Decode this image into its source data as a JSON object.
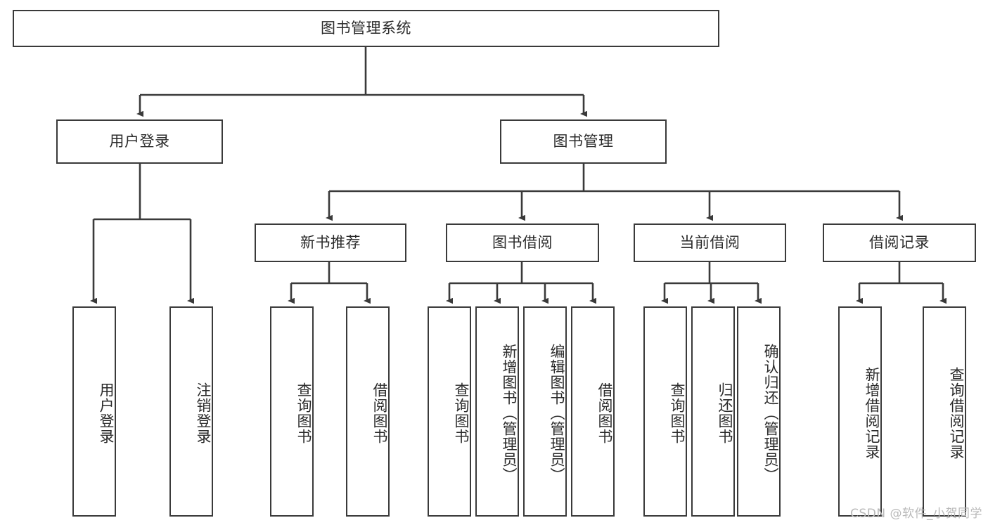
{
  "diagram": {
    "title": "图书管理系统",
    "type": "tree-hierarchy",
    "orientation": "top-down",
    "root": {
      "label": "图书管理系统"
    },
    "level2": [
      {
        "label": "用户登录"
      },
      {
        "label": "图书管理"
      }
    ],
    "level3": [
      {
        "label": "新书推荐"
      },
      {
        "label": "图书借阅"
      },
      {
        "label": "当前借阅"
      },
      {
        "label": "借阅记录"
      }
    ],
    "leaves": {
      "user_login": [
        {
          "label": "用户登录"
        },
        {
          "label": "注销登录"
        }
      ],
      "new_book_recommend": [
        {
          "label": "查询图书"
        },
        {
          "label": "借阅图书"
        }
      ],
      "book_borrow": [
        {
          "label": "查询图书"
        },
        {
          "label": "新增图书（管理员）"
        },
        {
          "label": "编辑图书（管理员）"
        },
        {
          "label": "借阅图书"
        }
      ],
      "current_borrow": [
        {
          "label": "查询图书"
        },
        {
          "label": "归还图书"
        },
        {
          "label": "确认归还（管理员）"
        }
      ],
      "borrow_records": [
        {
          "label": "新增借阅记录"
        },
        {
          "label": "查询借阅记录"
        }
      ]
    }
  },
  "watermark": {
    "text": "CSDN @软件_小贺同学"
  },
  "colors": {
    "box_border": "#3a3a3a",
    "box_fill": "#ffffff",
    "text": "#2b2b2b",
    "edge": "#3a3a3a",
    "watermark": "#b9b9b9",
    "background": "#ffffff"
  }
}
